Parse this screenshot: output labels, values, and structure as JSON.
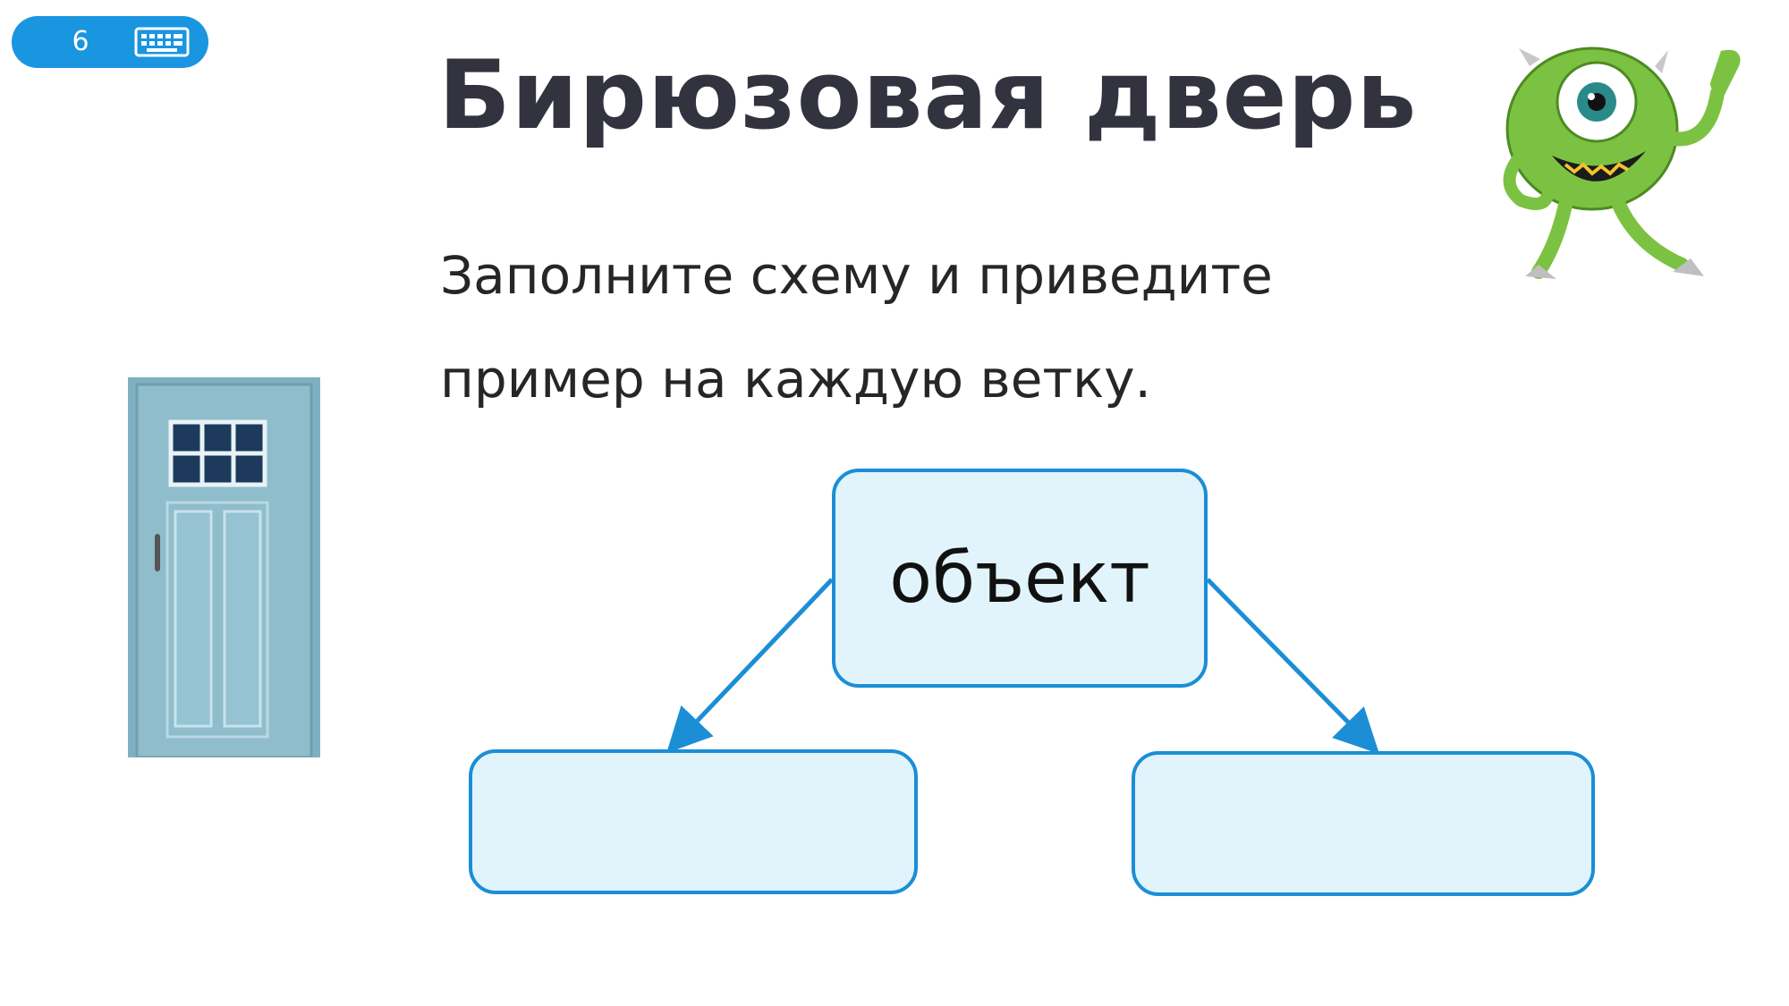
{
  "slide": {
    "number": "6",
    "title": "Бирюзовая дверь",
    "instruction_line1": "Заполните схему и приведите",
    "instruction_line2": "пример на каждую ветку."
  },
  "diagram": {
    "root_label": "объект",
    "branch_left_label": "",
    "branch_right_label": ""
  },
  "colors": {
    "badge": "#1a95e0",
    "box_fill": "#e1f4fc",
    "box_border": "#1b8ed6",
    "arrow": "#1b8ed6",
    "title": "#32333f",
    "door": "#8fbdcc"
  },
  "icons": {
    "badge_icon": "keyboard-icon",
    "illustration_left": "door-image",
    "illustration_right": "monster-mascot-image"
  }
}
